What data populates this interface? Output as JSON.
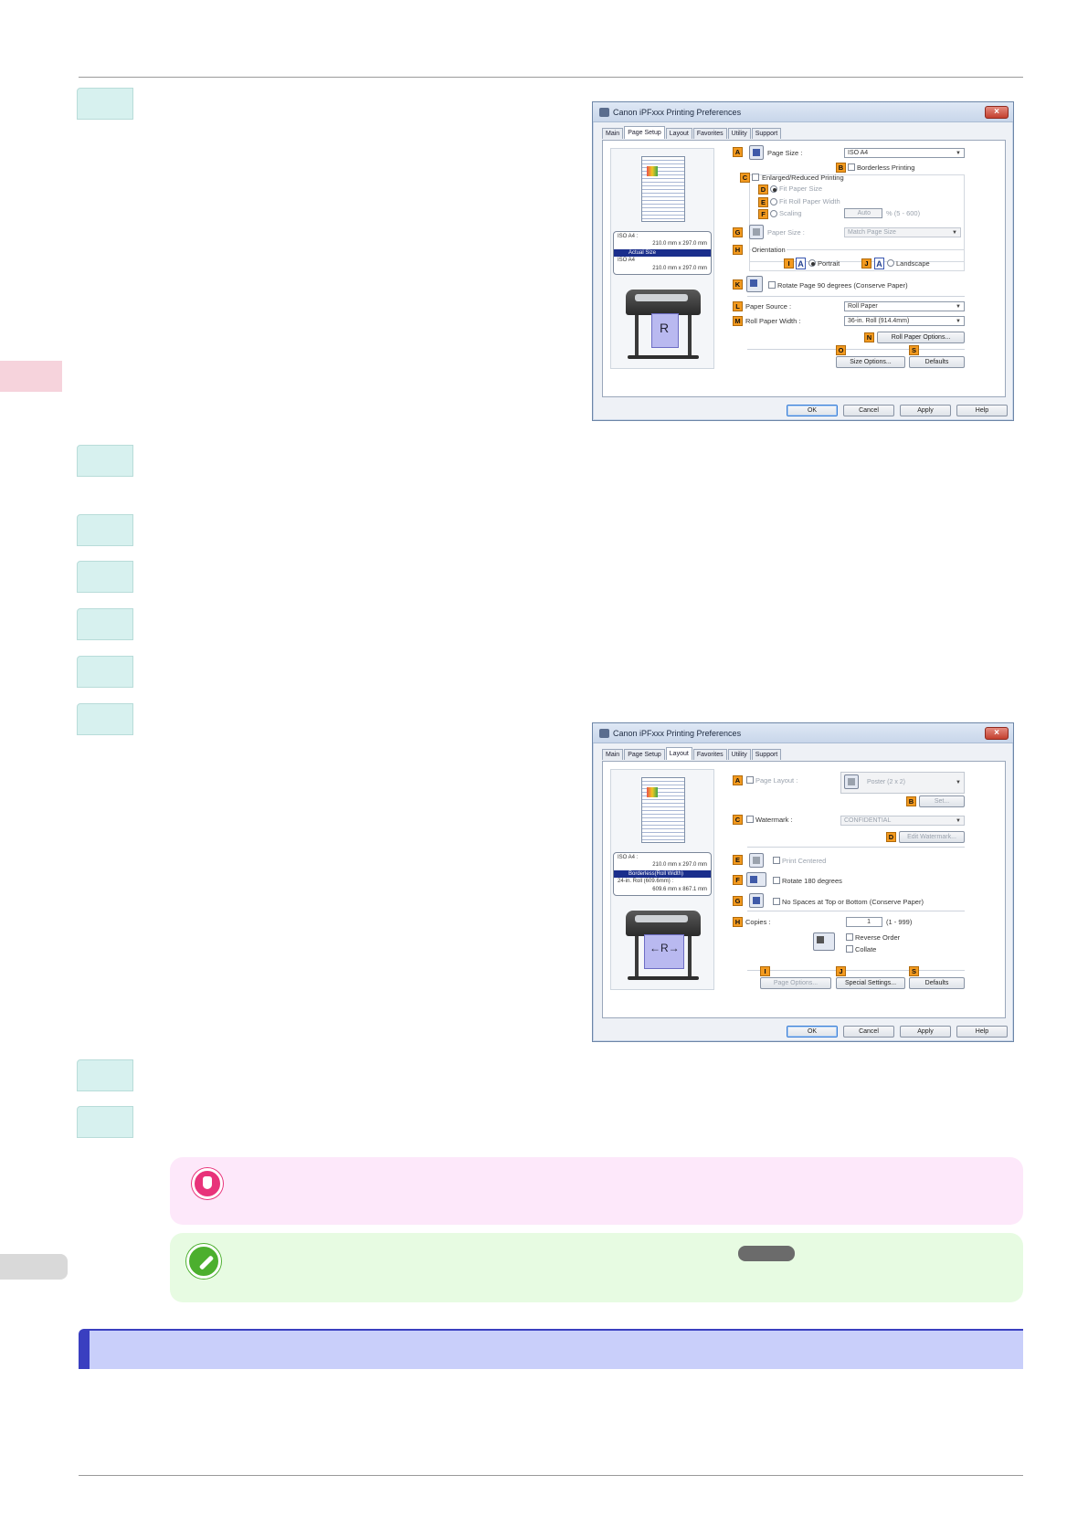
{
  "dialog_page_setup": {
    "title": "Canon iPFxxx Printing Preferences",
    "close": "×",
    "tabs": [
      "Main",
      "Page Setup",
      "Layout",
      "Favorites",
      "Utility",
      "Support"
    ],
    "preview": {
      "line1": "ISO A4 :",
      "size1": "210.0 mm x 297.0 mm",
      "bar": "Actual Size",
      "line2": "ISO A4",
      "size2": "210.0 mm x 297.0 mm",
      "glyph": "R"
    },
    "markers": {
      "A": "A",
      "B": "B",
      "C": "C",
      "D": "D",
      "E": "E",
      "F": "F",
      "G": "G",
      "H": "H",
      "I": "I",
      "J": "J",
      "K": "K",
      "L": "L",
      "M": "M",
      "N": "N",
      "O": "O",
      "S": "S"
    },
    "page_size_label": "Page Size :",
    "page_size_value": "ISO A4",
    "borderless_label": "Borderless Printing",
    "enlarged_label": "Enlarged/Reduced Printing",
    "fit_paper_size": "Fit Paper Size",
    "fit_roll_width": "Fit Roll Paper Width",
    "scaling": "Scaling",
    "scaling_value": "Auto",
    "scaling_range": "% (5 - 600)",
    "paper_size_label": "Paper Size :",
    "paper_size_value": "Match Page Size",
    "orientation": "Orientation",
    "icon_A": "A",
    "portrait": "Portrait",
    "landscape": "Landscape",
    "rotate_label": "Rotate Page 90 degrees (Conserve Paper)",
    "paper_source_label": "Paper Source :",
    "paper_source_value": "Roll Paper",
    "roll_width_label": "Roll Paper Width :",
    "roll_width_value": "36-in. Roll (914.4mm)",
    "roll_options": "Roll Paper Options...",
    "size_options": "Size Options...",
    "defaults": "Defaults",
    "ok": "OK",
    "cancel": "Cancel",
    "apply": "Apply",
    "help": "Help"
  },
  "dialog_layout": {
    "title": "Canon iPFxxx Printing Preferences",
    "close": "×",
    "tabs": [
      "Main",
      "Page Setup",
      "Layout",
      "Favorites",
      "Utility",
      "Support"
    ],
    "preview": {
      "line1": "ISO A4 :",
      "size1": "210.0 mm x 297.0 mm",
      "bar": "Borderless(Roll Width)",
      "line2": "24-in. Roll (609.6mm) :",
      "size2": "609.6 mm x 867.1 mm",
      "glyph": "←R→"
    },
    "markers": {
      "A": "A",
      "B": "B",
      "C": "C",
      "D": "D",
      "E": "E",
      "F": "F",
      "G": "G",
      "H": "H",
      "I": "I",
      "J": "J",
      "S": "S"
    },
    "page_layout_label": "Page Layout :",
    "page_layout_value": "Poster (2 x 2)",
    "set": "Set...",
    "watermark_label": "Watermark :",
    "watermark_value": "CONFIDENTIAL",
    "edit_watermark": "Edit Watermark...",
    "print_centered": "Print Centered",
    "rotate_180": "Rotate 180 degrees",
    "no_spaces": "No Spaces at Top or Bottom (Conserve Paper)",
    "copies_label": "Copies :",
    "copies_value": "1",
    "copies_range": "(1 - 999)",
    "reverse_order": "Reverse Order",
    "collate": "Collate",
    "page_options": "Page Options...",
    "special_settings": "Special Settings...",
    "defaults": "Defaults",
    "ok": "OK",
    "cancel": "Cancel",
    "apply": "Apply",
    "help": "Help"
  },
  "colors": {
    "step_tab": "#d7f1ef",
    "important_bg": "#fde8fa",
    "note_bg": "#e7fbe2",
    "section_bg": "#c9cffa",
    "section_accent": "#3a3fc0",
    "marker": "#f39a1f"
  }
}
